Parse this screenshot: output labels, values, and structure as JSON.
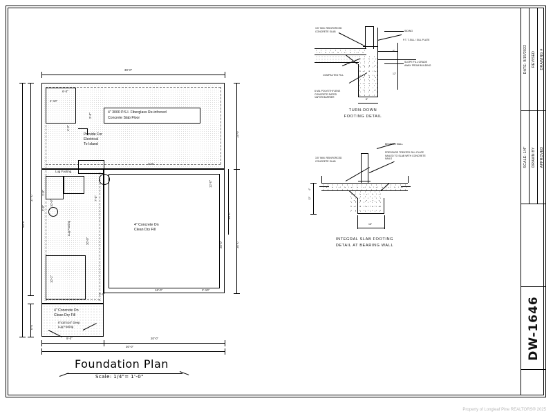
{
  "sheet": {
    "drawing_number": "DW-1646",
    "footer_credit": "Property of Longleaf Pine REALTORS®  2025"
  },
  "title_block": {
    "rows": [
      {
        "key": "date",
        "label": "DATE: 9/15/2022"
      },
      {
        "key": "revised",
        "label": "REVISED"
      },
      {
        "key": "drawing_no",
        "label": "DRAWING #"
      },
      {
        "key": "scale",
        "label": "SCALE: 1/4\""
      },
      {
        "key": "drawn_by",
        "label": "DRAWN BY"
      },
      {
        "key": "approved",
        "label": "APPROVED"
      }
    ]
  },
  "plan": {
    "title": "Foundation Plan",
    "scale": "Scale: 1/4\"= 1'-0\"",
    "notes": [
      {
        "key": "slab_floor",
        "text_line1": "4\" 3000 P.S.I. Fiberglass Re-inforced",
        "text_line2": "Concrete Slab Floor"
      },
      {
        "key": "electrical",
        "text_line1": "Provide For",
        "text_line2": "Electrical",
        "text_line3": "To Island"
      },
      {
        "key": "center_slab",
        "text_line1": "4\" Concrete On",
        "text_line2": "Clean Dry Fill"
      },
      {
        "key": "porch_slab",
        "text_line1": "4\" Concrete On",
        "text_line2": "Clean Dry Fill"
      },
      {
        "key": "lug_footing_note",
        "text_line1": "8\"x16\"x16\" Deep",
        "text_line2": "Lug Footing"
      },
      {
        "key": "lug_footing_top",
        "text_line1": "Lug Footing"
      },
      {
        "key": "lug_footing_left",
        "text_line1": "Lug Footing"
      }
    ],
    "dimensions": {
      "top_overall": "30'-0\"",
      "bottom_left": "9'-0\"",
      "bottom_right": "20'-0\"",
      "bottom_overall": "30'-0\"",
      "left_inner": "37'-0\"",
      "left_outer": "45'-0\"",
      "left_bottom": "6'-0\"",
      "right_upper": "15'-0\"",
      "right_mid": "38'-0\"",
      "right_lower": "30'-0\"",
      "right_lower2": "20'-0\"",
      "interior_a": "6'-0\"",
      "interior_b": "4'-10\"",
      "interior_c": "4'-2\"",
      "interior_d": "2'-0\"",
      "interior_e": "3'-0\"",
      "interior_f": "10'-0\"",
      "interior_g": "10'-2\"",
      "interior_h": "20'-0\"",
      "interior_i": "16'-0\"",
      "interior_j": "2'-10\"",
      "interior_k": "3'-0\"",
      "interior_l": "1'-0\"",
      "interior_m": "2'-0\"",
      "interior_n": "7'-0\"",
      "interior_o": "12'-0\""
    }
  },
  "details": [
    {
      "key": "turn_down_footing",
      "title_line1": "TURN-DOWN",
      "title_line2": "FOOTING DETAIL",
      "callouts": [
        {
          "key": "slab",
          "text": "3.5\" MIN. REINFORCED\nCONCRETE SLAB"
        },
        {
          "key": "siding",
          "text": "SIDING"
        },
        {
          "key": "sill",
          "text": "P.T. T-SILL / SILL PLATE"
        },
        {
          "key": "compacted",
          "text": "COMPACTED FILL"
        },
        {
          "key": "vapor",
          "text": "6 MIL POLYETHYLENE\nCONCRETE RATED\nVAPOR BARRIER"
        },
        {
          "key": "slope",
          "text": "SLOPE FILL GRADE\nAWAY FROM BUILDING"
        }
      ],
      "dims": {
        "width": "8\"",
        "depth": "12\"",
        "above": "8\""
      }
    },
    {
      "key": "integral_slab_footing",
      "title_line1": "INTEGRAL SLAB FOOTING",
      "title_line2": "DETAIL AT BEARING WALL",
      "callouts": [
        {
          "key": "bearing_wall",
          "text": "BEARING WALL"
        },
        {
          "key": "sill_plate",
          "text": "PRESSURE TREATED SILL PLATE\nNAILED TO SLAB WITH CONCRETE\nNAILS"
        },
        {
          "key": "slab",
          "text": "3.5\" MIN. REINFORCED\nCONCRETE SLAB"
        }
      ],
      "dims": {
        "width": "16\"",
        "depth": "12\"",
        "slab": "4\""
      }
    }
  ]
}
